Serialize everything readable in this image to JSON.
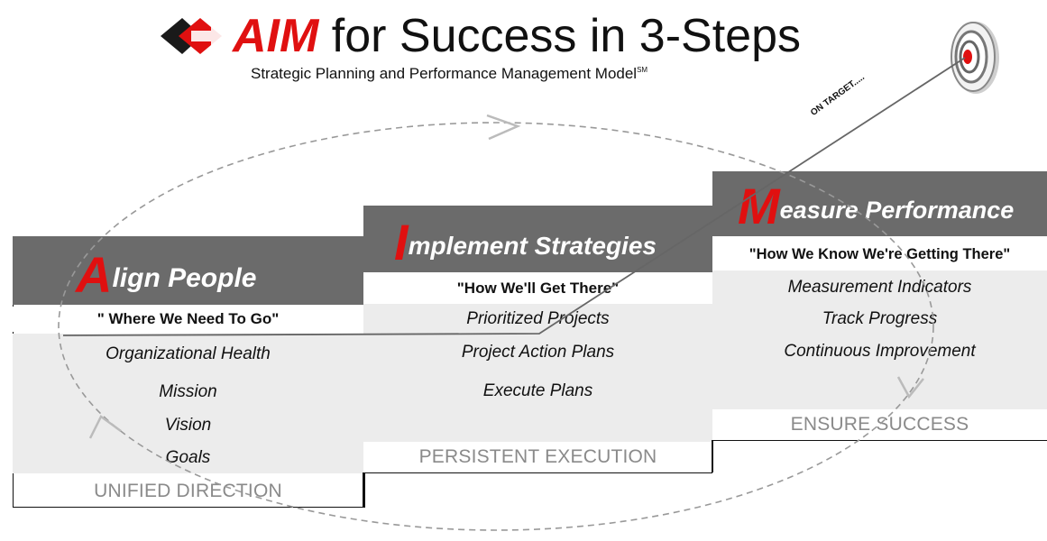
{
  "header": {
    "logo_icon": "aim-diamond-logo-icon",
    "title_aim": "AIM",
    "title_rest": " for Success in 3-Steps",
    "subtitle": "Strategic Planning and Performance Management Model",
    "subtitle_mark": "SM",
    "target_icon": "bullseye-target-icon"
  },
  "arrow_label": "ON TARGET.....",
  "steps": [
    {
      "initial": "A",
      "rest": "lign People",
      "tagline": "\" Where We Need To Go\"",
      "items": [
        "Organizational Health",
        "Mission",
        "Vision",
        "Goals"
      ],
      "footer": "UNIFIED DIRECTION"
    },
    {
      "initial": "I",
      "rest": "mplement Strategies",
      "tagline": "\"How We'll Get There\"",
      "items": [
        "Prioritized Projects",
        "Project Action Plans",
        "Execute Plans"
      ],
      "footer": "PERSISTENT EXECUTION"
    },
    {
      "initial": "M",
      "rest": "easure Performance",
      "tagline": "\"How We Know We're Getting There\"",
      "items": [
        "Measurement Indicators",
        "Track Progress",
        "Continuous Improvement"
      ],
      "footer": "ENSURE SUCCESS"
    }
  ],
  "colors": {
    "accent_red": "#e01010",
    "header_gray": "#6b6b6b",
    "body_gray": "#ececec",
    "footer_text": "#8a8a8a"
  }
}
